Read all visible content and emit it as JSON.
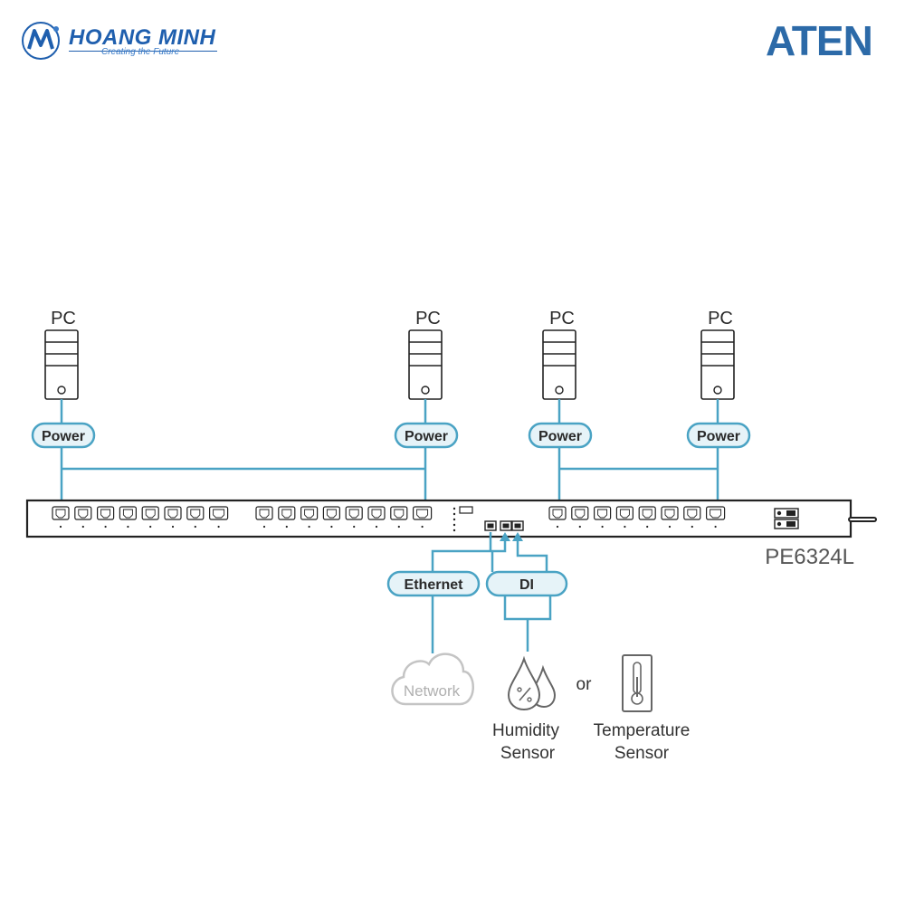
{
  "logos": {
    "left_brand": "HOANG MINH",
    "left_tagline": "Creating the Future",
    "right_brand": "ATEN"
  },
  "pcs": [
    {
      "label": "PC",
      "power": "Power"
    },
    {
      "label": "PC",
      "power": "Power"
    },
    {
      "label": "PC",
      "power": "Power"
    },
    {
      "label": "PC",
      "power": "Power"
    }
  ],
  "device": {
    "model": "PE6324L"
  },
  "ports": {
    "ethernet": "Ethernet",
    "di": "DI"
  },
  "network": {
    "label": "Network"
  },
  "sensors": {
    "humidity_line1": "Humidity",
    "humidity_line2": "Sensor",
    "or": "or",
    "temperature_line1": "Temperature",
    "temperature_line2": "Sensor"
  },
  "colors": {
    "accent": "#4aa3c4",
    "pill_fill": "#e6f3f8",
    "outline": "#222222",
    "hm_blue": "#1f5fae",
    "aten_blue": "#2c6aa8"
  }
}
